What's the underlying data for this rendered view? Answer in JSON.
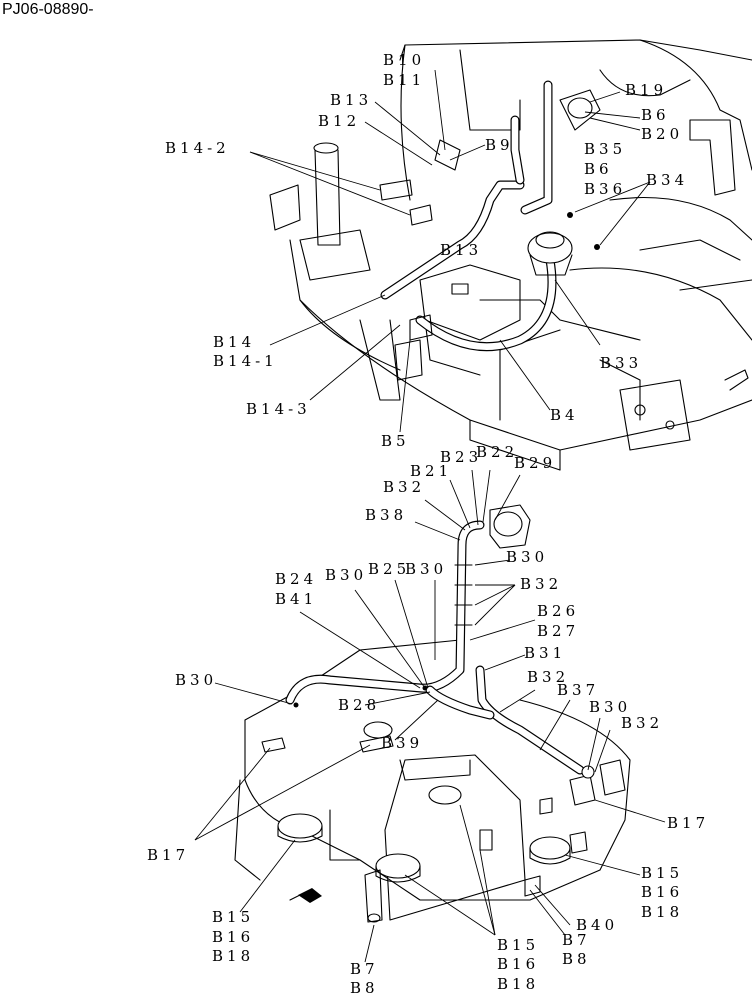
{
  "document_code": "PJ06-08890-",
  "upper_labels": {
    "b10": "B10",
    "b11": "B11",
    "b13": "B13",
    "b12": "B12",
    "b14_2": "B14-2",
    "b19": "B19",
    "b6a": "B6",
    "b20": "B20",
    "b9": "B9",
    "b35": "B35",
    "b6b": "B6",
    "b36": "B36",
    "b34": "B34",
    "b13b": "B13",
    "b14": "B14",
    "b14_1": "B14-1",
    "b14_3": "B14-3",
    "b33": "B33",
    "b4": "B4",
    "b5": "B5"
  },
  "lower_labels": {
    "b23": "B23",
    "b22": "B22",
    "b21": "B21",
    "b29": "B29",
    "b32a": "B32",
    "b38": "B38",
    "b30a": "B30",
    "b24": "B24",
    "b41": "B41",
    "b30b": "B30",
    "b25": "B25",
    "b30c": "B30",
    "b32b": "B32",
    "b26": "B26",
    "b27": "B27",
    "b31": "B31",
    "b30d": "B30",
    "b32c": "B32",
    "b28": "B28",
    "b37": "B37",
    "b30e": "B30",
    "b32d": "B32",
    "b39": "B39",
    "b17a": "B17",
    "b17b": "B17",
    "b15a": "B15",
    "b16a": "B16",
    "b18a": "B18",
    "b15b": "B15",
    "b16b": "B16",
    "b18b": "B18",
    "b40": "B40",
    "b15c": "B15",
    "b16c": "B16",
    "b18c": "B18",
    "b7a": "B7",
    "b8a": "B8",
    "b7b": "B7",
    "b8b": "B8"
  }
}
